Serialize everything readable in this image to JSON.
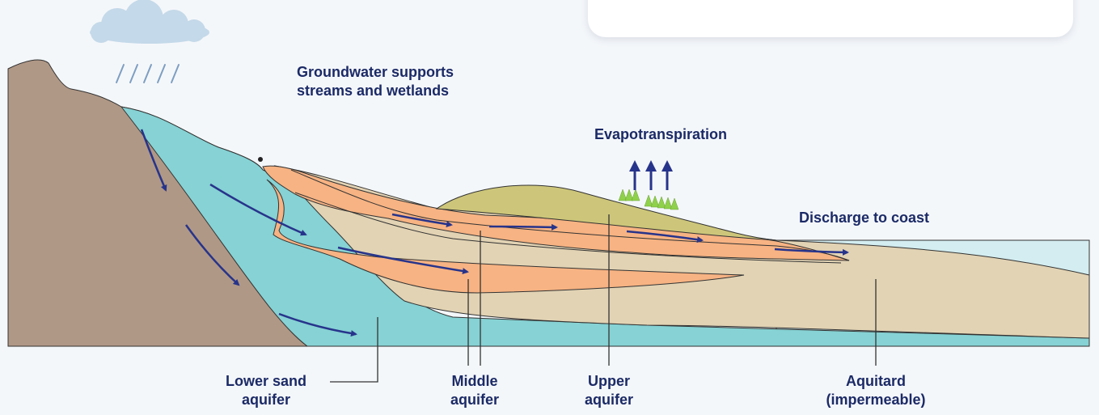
{
  "labels": {
    "groundwater_line1": "Groundwater supports",
    "groundwater_line2": "streams and wetlands",
    "evapotranspiration": "Evapotranspiration",
    "discharge": "Discharge to coast",
    "lower_line1": "Lower sand",
    "lower_line2": "aquifer",
    "middle_line1": "Middle",
    "middle_line2": "aquifer",
    "upper_line1": "Upper",
    "upper_line2": "aquifer",
    "aquitard_line1": "Aquitard",
    "aquitard_line2": "(impermeable)"
  },
  "icons": [
    "cloud-icon",
    "rain-icon",
    "tree-icon",
    "arrow-up-icon",
    "flow-arrow-icon",
    "spring-icon"
  ],
  "colors": {
    "text": "#1b2a66",
    "arrow": "#27348b",
    "bedrock": "#b09886",
    "lower_aquifer": "#86d2d4",
    "upper_aquifers": "#f7b383",
    "aquitard": "#e2d3b4",
    "surface_soil": "#cdc67a",
    "sea": "#d3edf0",
    "trees": "#8fd14a"
  }
}
